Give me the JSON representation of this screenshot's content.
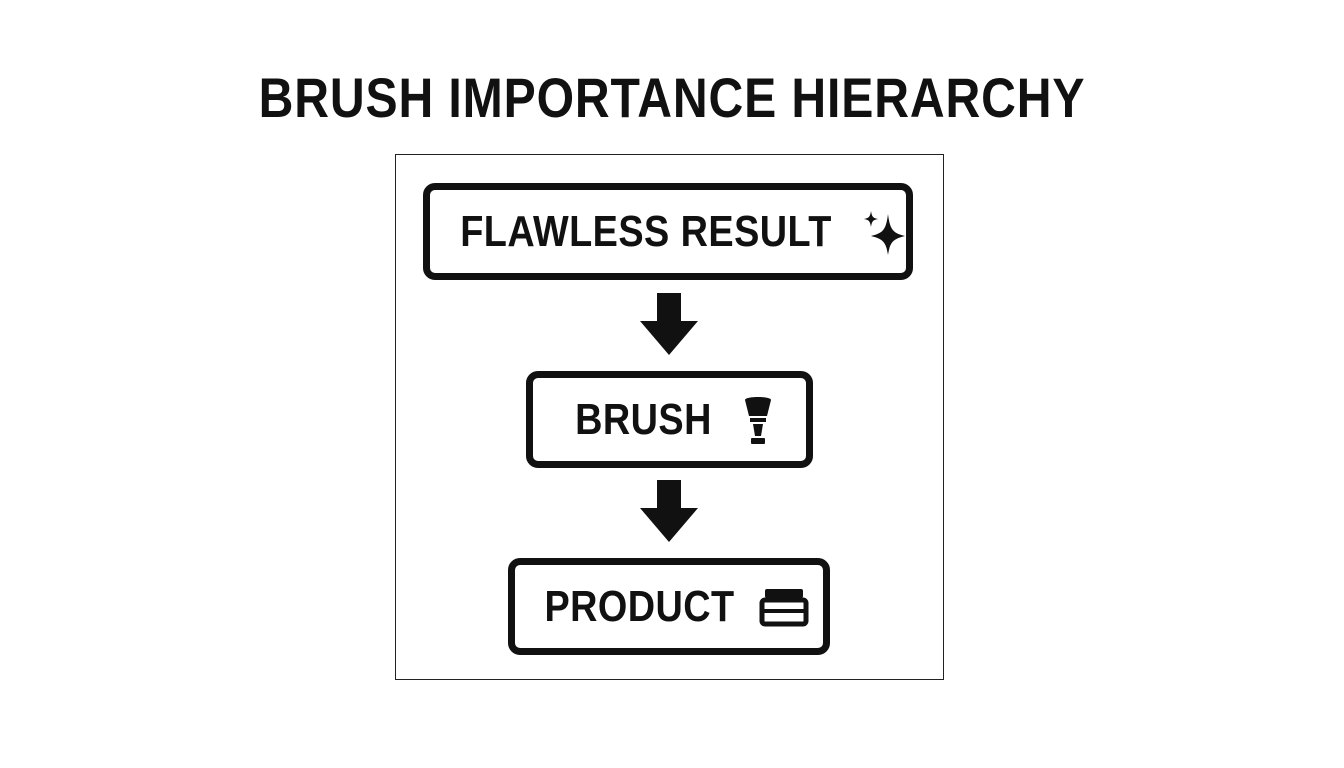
{
  "title": "BRUSH IMPORTANCE HIERARCHY",
  "nodes": [
    {
      "label": "FLAWLESS RESULT",
      "icon": "sparkle-icon"
    },
    {
      "label": "BRUSH",
      "icon": "brush-icon"
    },
    {
      "label": "PRODUCT",
      "icon": "product-jar-icon"
    }
  ],
  "colors": {
    "stroke": "#111111",
    "background": "#ffffff",
    "frame": "#222222"
  }
}
